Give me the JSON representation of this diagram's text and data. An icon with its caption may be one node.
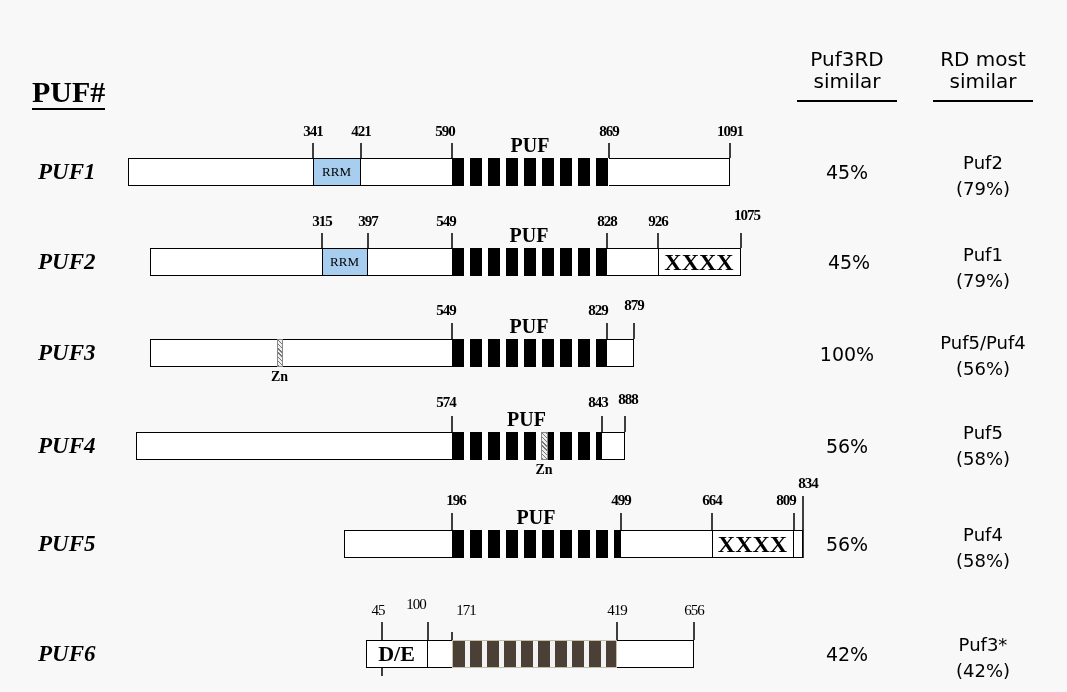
{
  "diagram": {
    "nodes": [
      {
        "text": [],
        "shape": "bar"
      },
      {
        "text": [
          "RRM"
        ],
        "in": 0
      },
      {
        "text": [
          "PUF"
        ],
        "in": 0
      },
      {
        "text": [],
        "shape": "bar"
      },
      {
        "text": [
          "RRM"
        ],
        "in": 3
      },
      {
        "text": [
          "PUF"
        ],
        "in": 3
      },
      {
        "text": [
          "XXXX"
        ],
        "in": 3
      },
      {
        "text": [],
        "shape": "bar"
      },
      {
        "text": [
          "Zn"
        ],
        "in": 7
      },
      {
        "text": [
          "PUF"
        ],
        "in": 7
      },
      {
        "text": [],
        "shape": "bar"
      },
      {
        "text": [
          "PUF"
        ],
        "in": 10
      },
      {
        "text": [
          "Zn"
        ],
        "in": 11
      },
      {
        "text": [],
        "shape": "bar"
      },
      {
        "text": [
          "PUF"
        ],
        "in": 13
      },
      {
        "text": [
          "XXXX"
        ],
        "in": 13
      },
      {
        "text": [],
        "shape": "bar"
      },
      {
        "text": [
          "D/E"
        ],
        "in": 16
      },
      {
        "text": [],
        "shape": "box",
        "in": 16
      }
    ],
    "labels": [
      "PUF#",
      "Puf3RD similar",
      "RD most similar",
      "341",
      "421",
      "590",
      "869",
      "1091",
      "PUF1",
      "45%",
      "Puf2 (79%)",
      "315",
      "397",
      "549",
      "828",
      "926",
      "1075",
      "PUF2",
      "45%",
      "Puf1 (79%)",
      "549",
      "829",
      "879",
      "PUF3",
      "100%",
      "Puf5/Puf4 (56%)",
      "574",
      "843",
      "888",
      "PUF4",
      "56%",
      "Puf5 (58%)",
      "834",
      "196",
      "499",
      "664",
      "809",
      "PUF5",
      "56%",
      "Puf4 (58%)",
      "45",
      "100",
      "171",
      "419",
      "656",
      "PUF6",
      "42%",
      "Puf3* (42%)"
    ]
  }
}
